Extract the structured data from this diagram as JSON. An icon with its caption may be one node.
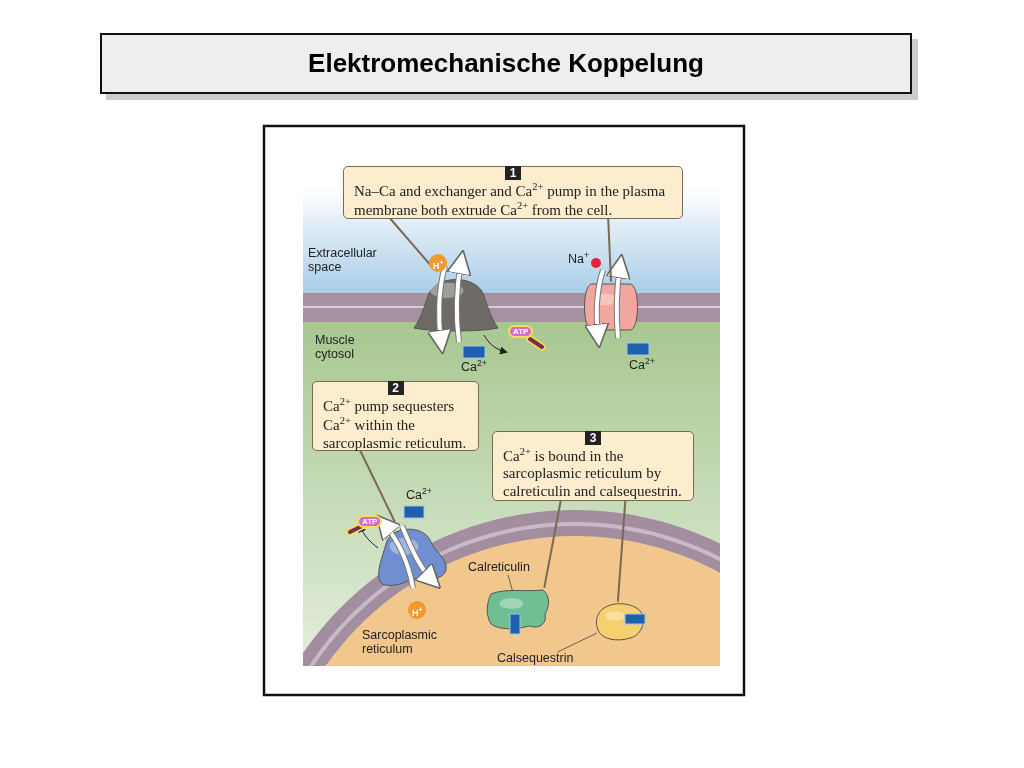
{
  "diagram": {
    "title": "Elektromechanische Koppelung",
    "nodes": [
      {
        "text": [
          "1",
          "Na–Ca and exchanger and Ca$^{2+}$ pump in the plasma membrane both extrude Ca$^{2+}$ from the cell."
        ]
      },
      {
        "text": [],
        "shape": "picture"
      },
      {
        "text": [],
        "shape": "picture"
      },
      {
        "text": [
          "2",
          "Ca$^{2+}$ pump sequesters Ca$^{2+}$ within the sarcoplasmic reticulum."
        ]
      },
      {
        "text": [],
        "shape": "picture"
      },
      {
        "text": [
          "3",
          "Ca$^{2+}$ is bound in the sarcoplasmic reticulum by calreticulin and calsequestrin."
        ]
      },
      {
        "text": [
          "Calreticulin"
        ]
      },
      {
        "text": [],
        "shape": "picture"
      },
      {
        "text": [],
        "shape": "picture"
      },
      {
        "text": [
          "Calsequestrin"
        ]
      }
    ],
    "edges": [
      {
        "from": 0,
        "to": 1,
        "arrow": "none"
      },
      {
        "from": 0,
        "to": 2,
        "arrow": "none"
      },
      {
        "from": 3,
        "to": 4,
        "arrow": "none"
      },
      {
        "from": 5,
        "to": 7,
        "arrow": "none"
      },
      {
        "from": 5,
        "to": 8,
        "arrow": "none"
      },
      {
        "from": 6,
        "to": 7,
        "arrow": "none"
      },
      {
        "from": 9,
        "to": 8,
        "arrow": "none"
      }
    ],
    "labels": [
      "Extracellular space",
      "H$^{+}$",
      "Na$^{+}$",
      "Muscle cytosol",
      "ATP",
      "Ca$^{2+}$",
      "Ca$^{2+}$",
      "Ca$^{2+}$",
      "ATP",
      "H$^{+}$",
      "Sarcoplasmic reticulum"
    ]
  }
}
